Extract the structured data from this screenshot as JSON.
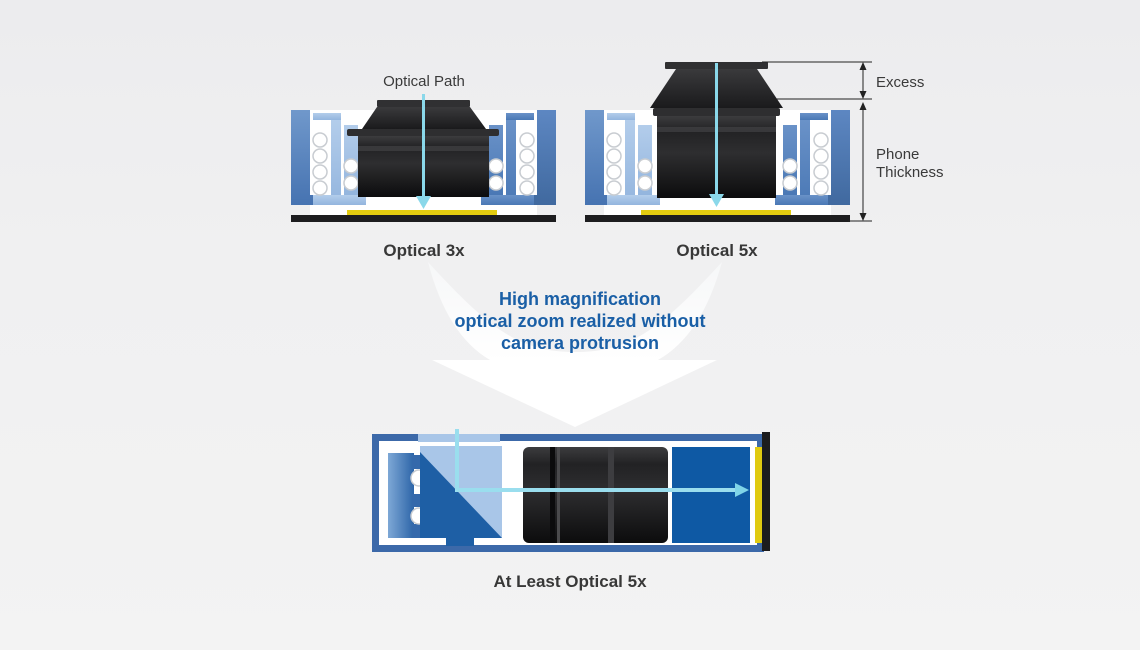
{
  "diagram_3x": {
    "optical_path_label": "Optical Path",
    "caption": "Optical 3x"
  },
  "diagram_5x": {
    "caption": "Optical 5x",
    "annotations": {
      "excess": "Excess",
      "phone_thickness": "Phone\nThickness"
    }
  },
  "headline": {
    "text": "High magnification\noptical zoom realized without\ncamera protrusion"
  },
  "diagram_periscope": {
    "caption": "At Least Optical 5x"
  },
  "colors": {
    "headline_blue": "#1a5fa6",
    "label_gray": "#3a3a3a",
    "optical_path_cyan": "#8ad8ea",
    "sensor_yellow": "#e3cc10",
    "module_medium_blue": "#5583c0",
    "module_light_blue": "#a9c6e8",
    "periscope_frame_blue": "#3c69a9",
    "prism_dark_blue": "#1e5fa5",
    "image_sensor_blue": "#0e59a4",
    "lens_black": "#1d1d1f"
  }
}
